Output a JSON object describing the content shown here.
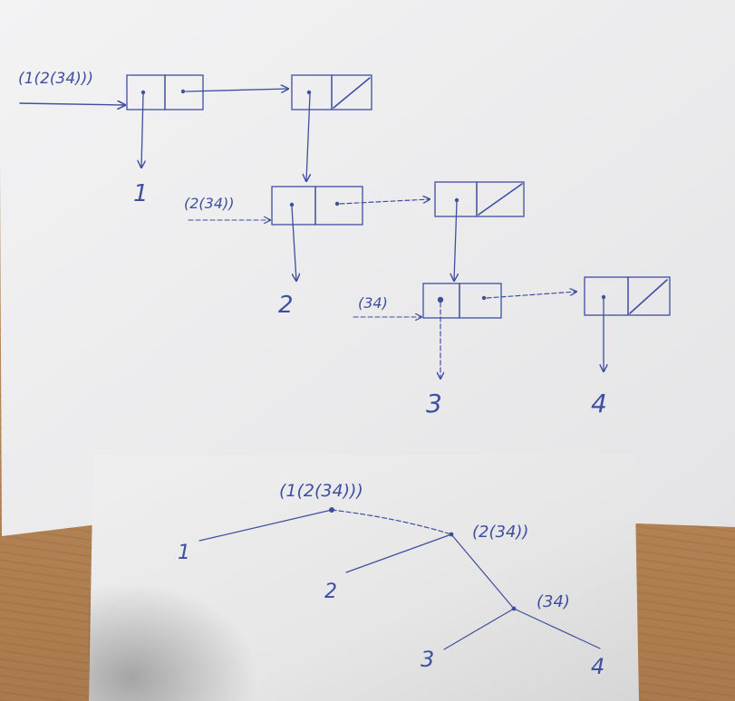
{
  "ink_color": "#3e4fa0",
  "paper_color": "#eeeeee",
  "table_color": "#b88757",
  "top_sheet": {
    "list_label": "(1(2(34)))",
    "sublist_label": "(2(34))",
    "subsublist_label": "(34)",
    "atoms": [
      "1",
      "2",
      "3",
      "4"
    ]
  },
  "bottom_sheet": {
    "root_label": "(1(2(34)))",
    "node2_label": "(2(34))",
    "node3_label": "(34)",
    "leaves": [
      "1",
      "2",
      "3",
      "4"
    ]
  }
}
